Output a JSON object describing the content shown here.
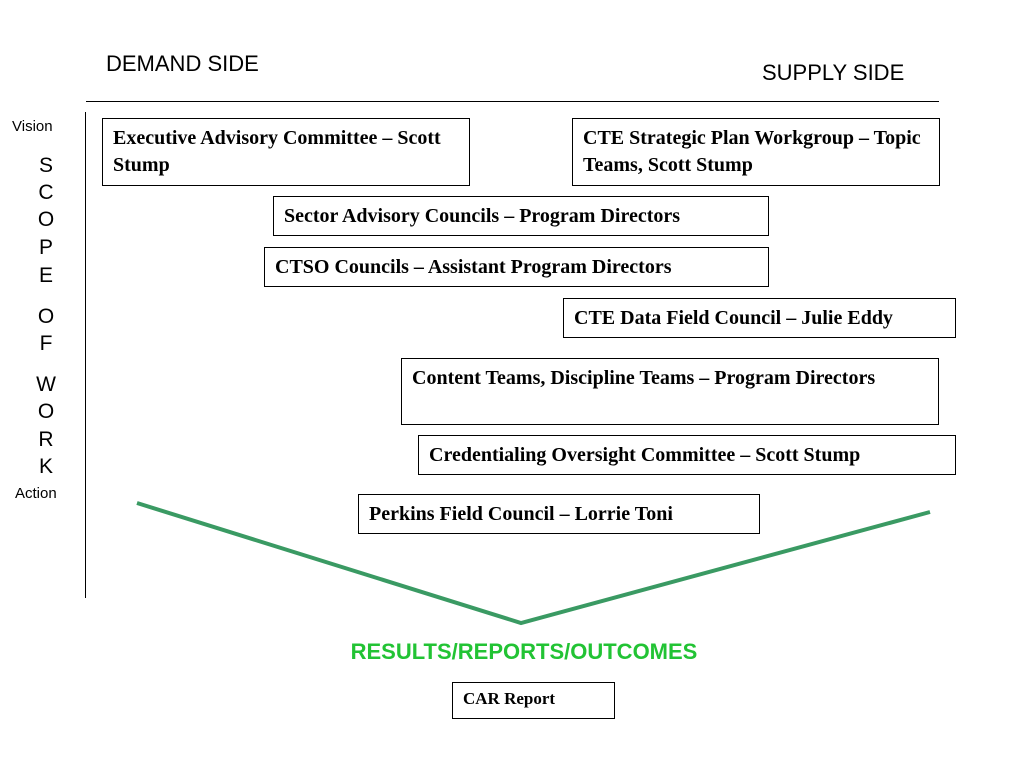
{
  "header": {
    "demand_side": "DEMAND SIDE",
    "supply_side": "SUPPLY SIDE"
  },
  "side": {
    "vision": "Vision",
    "action": "Action",
    "letters": [
      "S",
      "C",
      "O",
      "P",
      "E",
      "O",
      "F",
      "W",
      "O",
      "R",
      "K"
    ]
  },
  "boxes": [
    "Executive Advisory Committee – Scott Stump",
    "CTE Strategic Plan Workgroup – Topic Teams, Scott Stump",
    "Sector Advisory Councils – Program Directors",
    "CTSO Councils – Assistant Program Directors",
    "CTE Data Field Council – Julie Eddy",
    "Content Teams, Discipline Teams – Program Directors",
    "Credentialing Oversight Committee – Scott Stump",
    "Perkins Field Council – Lorrie Toni"
  ],
  "results": "RESULTS/REPORTS/OUTCOMES",
  "car_report": "CAR Report",
  "colors": {
    "v_line": "#3a9a63",
    "results_text": "#22c334"
  }
}
